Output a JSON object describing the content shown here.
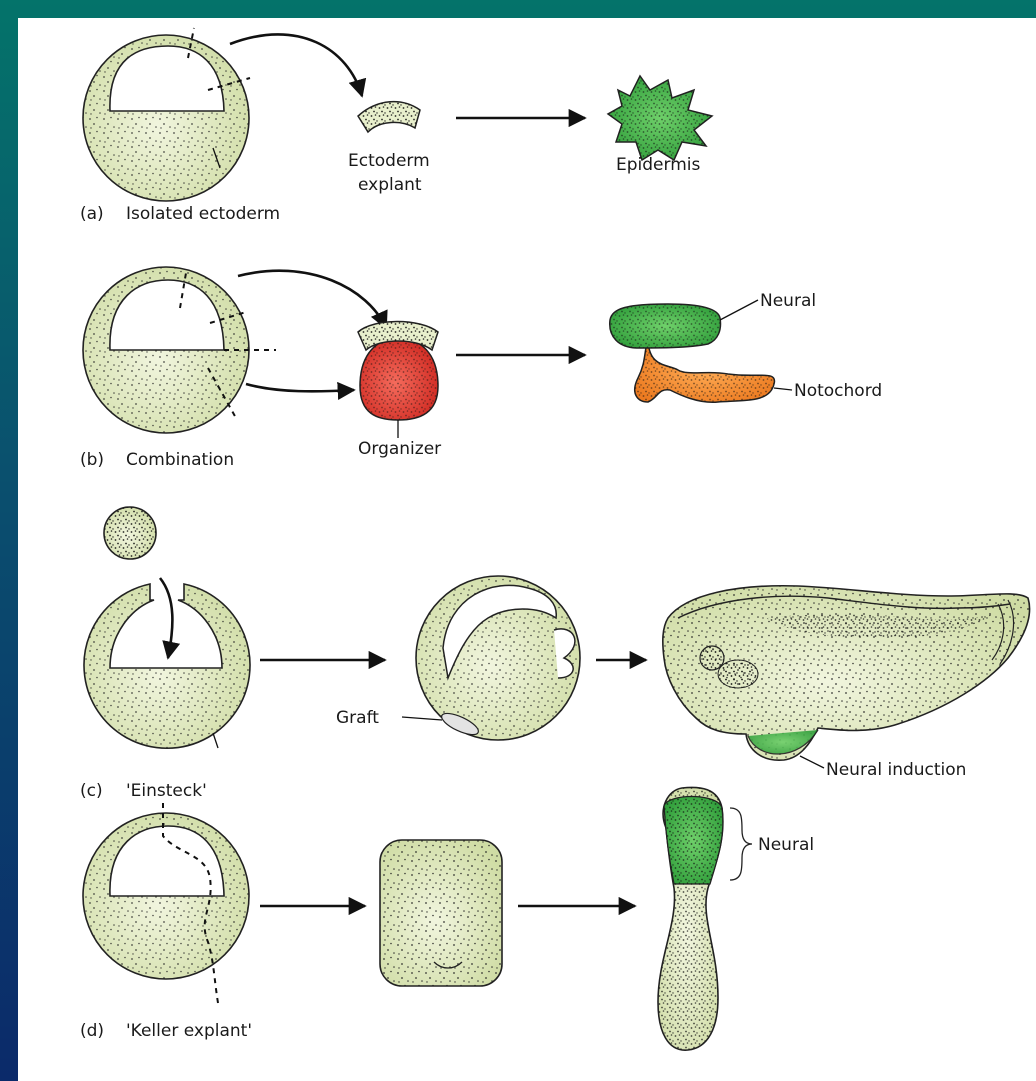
{
  "panels": {
    "a": {
      "caption_letter": "(a)",
      "caption": "Isolated ectoderm",
      "explant_line1": "Ectoderm",
      "explant_line2": "explant",
      "result": "Epidermis"
    },
    "b": {
      "caption_letter": "(b)",
      "caption": "Combination",
      "organizer": "Organizer",
      "neural": "Neural",
      "notochord": "Notochord"
    },
    "c": {
      "caption_letter": "(c)",
      "caption": "'Einsteck'",
      "graft": "Graft",
      "induction": "Neural induction"
    },
    "d": {
      "caption_letter": "(d)",
      "caption": "'Keller explant'",
      "neural": "Neural"
    }
  },
  "colors": {
    "background_top": "#04736a",
    "background_bottom": "#0b2a6a",
    "embryo_fill": "#dfe8bd",
    "neural_green": "#3fb446",
    "notochord_orange": "#f28a2e",
    "organizer_red": "#e5332d"
  }
}
